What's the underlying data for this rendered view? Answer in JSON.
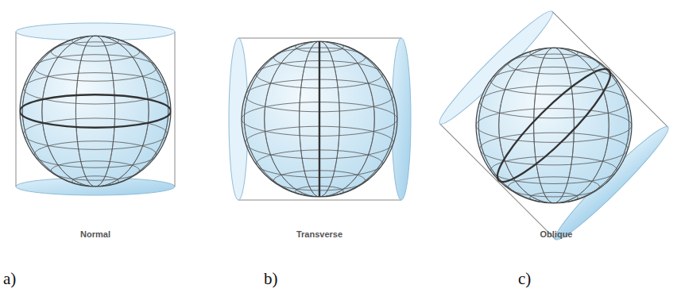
{
  "diagram": {
    "labels": [
      "Normal",
      "Transverse",
      "Oblique",
      "a)",
      "b)",
      "c)"
    ]
  }
}
